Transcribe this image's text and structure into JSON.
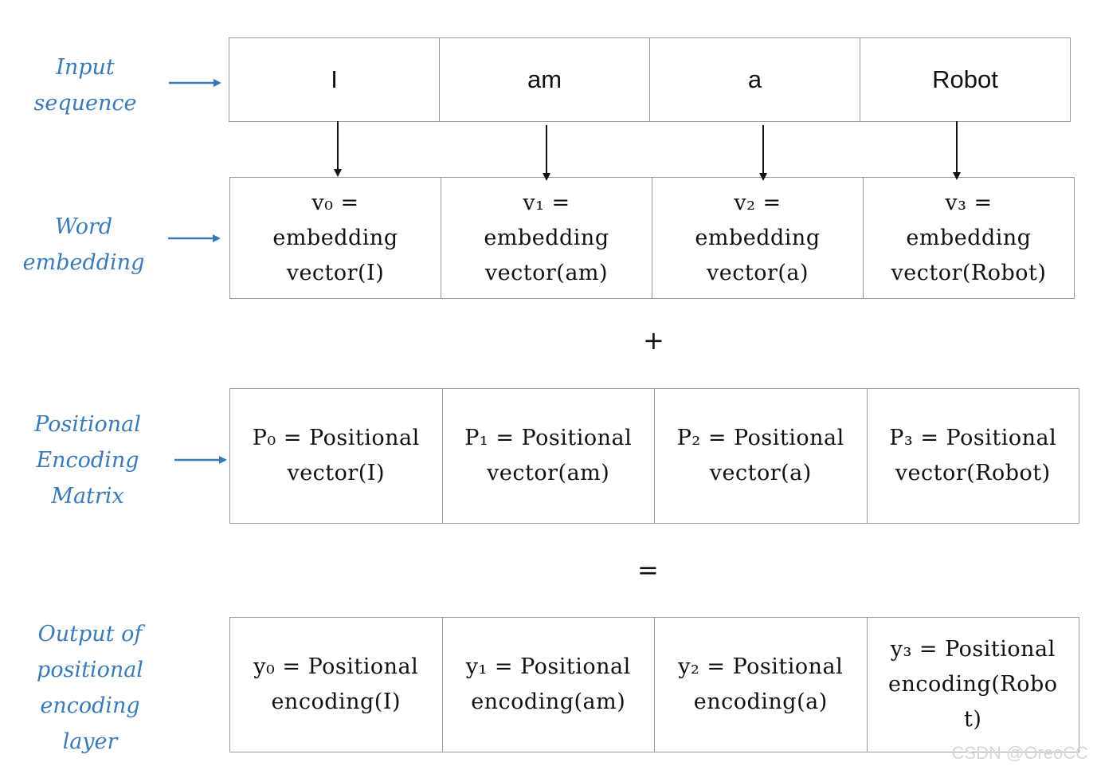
{
  "rows": {
    "input": {
      "label": "Input\nsequence",
      "cells": [
        "I",
        "am",
        "a",
        "Robot"
      ]
    },
    "embedding": {
      "label": "Word\nembedding",
      "cells": [
        "v₀ =\nembedding\nvector(I)",
        "v₁ =\nembedding\nvector(am)",
        "v₂ =\nembedding\nvector(a)",
        "v₃ =\nembedding\nvector(Robot)"
      ]
    },
    "positional": {
      "label": "Positional\nEncoding\nMatrix",
      "cells": [
        "P₀ = Positional\nvector(I)",
        "P₁ = Positional\nvector(am)",
        "P₂ = Positional\nvector(a)",
        "P₃ = Positional\nvector(Robot)"
      ]
    },
    "output": {
      "label": "Output of\npositional\nencoding\nlayer",
      "cells": [
        "y₀ = Positional\nencoding(I)",
        "y₁ = Positional\nencoding(am)",
        "y₂ = Positional\nencoding(a)",
        "y₃ = Positional\nencoding(Robo\nt)"
      ]
    }
  },
  "operators": {
    "plus": "+",
    "equals": "="
  },
  "watermark": "CSDN @OreoCC",
  "colors": {
    "label_blue": "#3a7ab8",
    "arrow_blue": "#3a7ab8",
    "border_gray": "#9a9a9a",
    "arrow_black": "#111111"
  }
}
